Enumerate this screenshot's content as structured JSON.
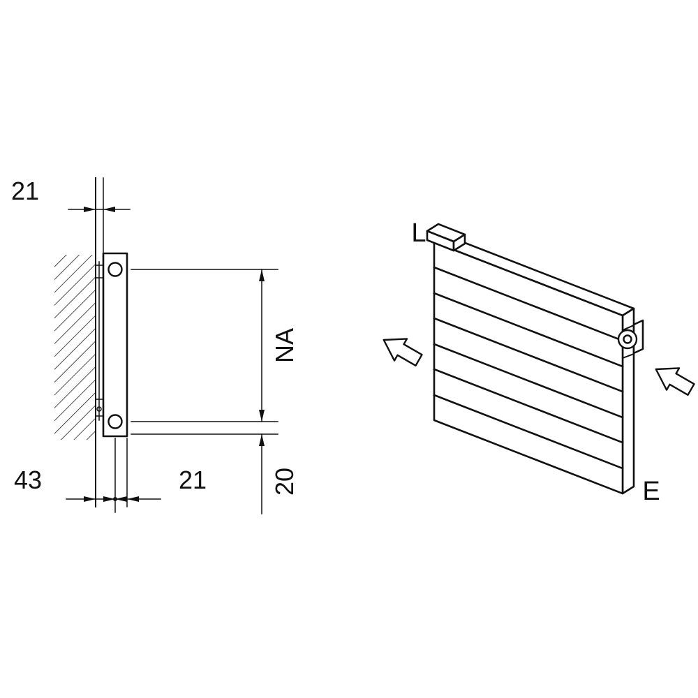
{
  "diagram": {
    "side_view": {
      "dim_bracket_offset_top": "21",
      "dim_hub_distance": "NA",
      "dim_wall_to_center": "43",
      "dim_center_to_front": "21",
      "dim_bottom_edge_offset": "20"
    },
    "iso_view": {
      "connection_left_label": "L",
      "connection_right_label": "E"
    },
    "colors": {
      "line": "#111111",
      "background": "#ffffff"
    }
  }
}
